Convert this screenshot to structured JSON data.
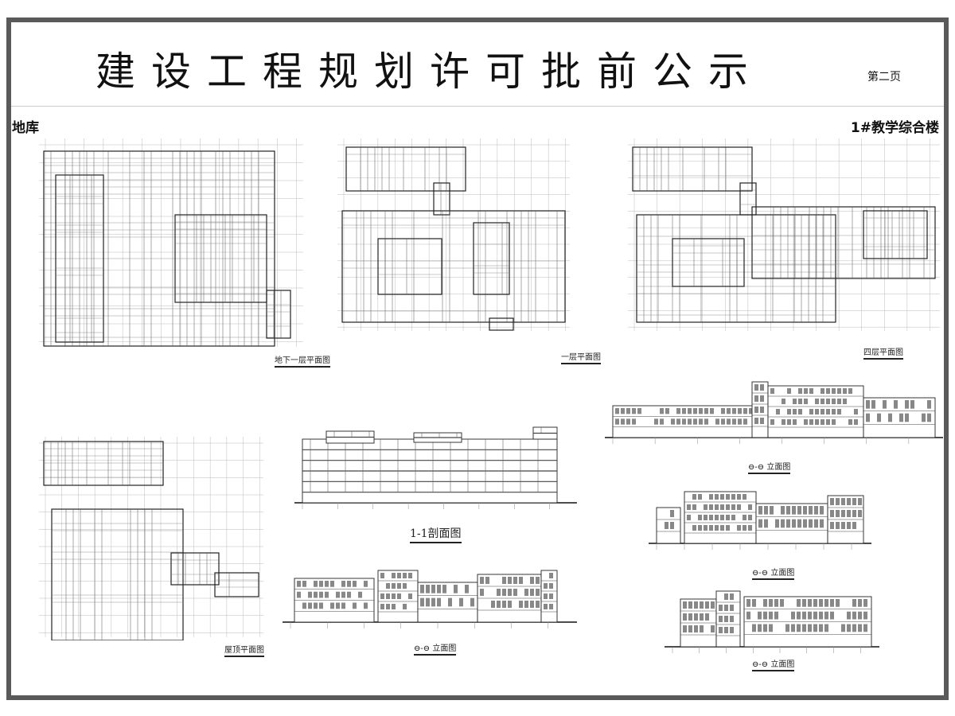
{
  "header": {
    "title": "建设工程规划许可批前公示",
    "page": "第二页"
  },
  "sections": {
    "left": "地库",
    "right": "1#教学综合楼"
  },
  "drawings": [
    {
      "id": "basement-plan",
      "label": "地下一层平面图",
      "kind": "plan"
    },
    {
      "id": "first-floor-plan",
      "label": "一层平面图",
      "kind": "plan"
    },
    {
      "id": "fourth-floor-plan",
      "label": "四层平面图",
      "kind": "plan"
    },
    {
      "id": "roof-plan",
      "label": "屋顶平面图",
      "kind": "plan"
    },
    {
      "id": "section-1-1",
      "label": "1-1剖面图",
      "kind": "section"
    },
    {
      "id": "elevation-a",
      "label": "⊖-⊖ 立面图",
      "kind": "elevation"
    },
    {
      "id": "elevation-b",
      "label": "⊖-⊖ 立面图",
      "kind": "elevation"
    },
    {
      "id": "elevation-c",
      "label": "⊖-⊖ 立面图",
      "kind": "elevation"
    },
    {
      "id": "elevation-d",
      "label": "⊖-⊖ 立面图",
      "kind": "elevation"
    }
  ]
}
